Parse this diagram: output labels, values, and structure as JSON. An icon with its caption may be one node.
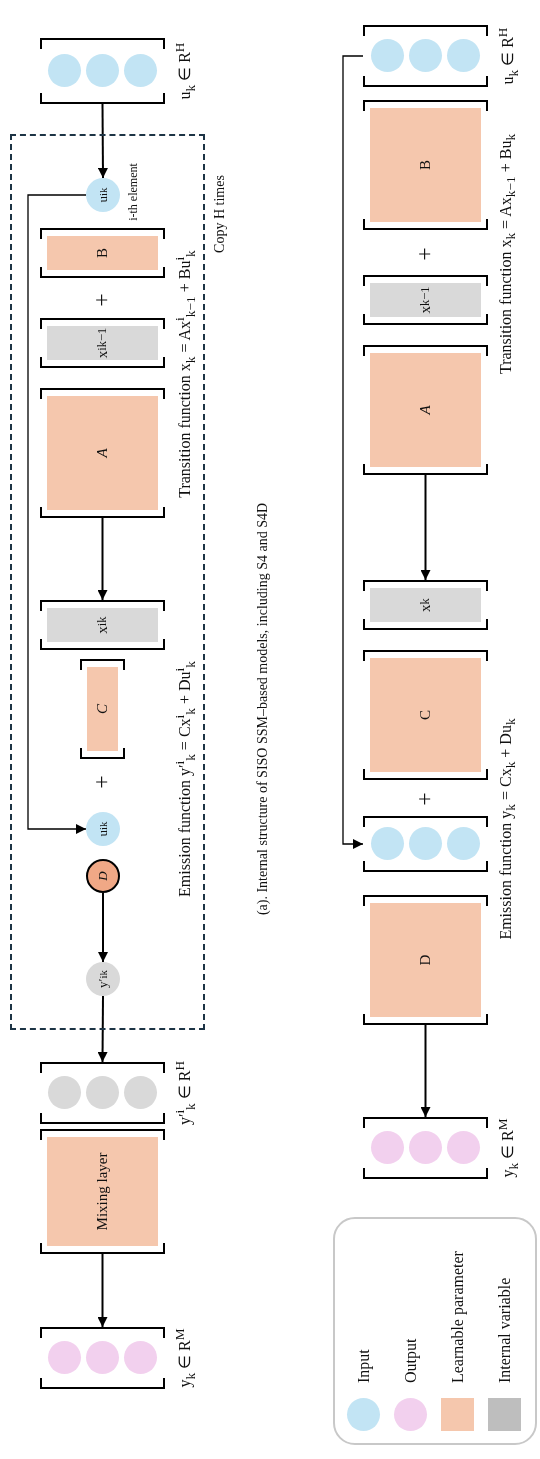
{
  "diagram": {
    "caption": "(a). Internal structure of SISO SSM–based models, including S4 and S4D",
    "nodes": [
      {
        "text": [
          "u$_{k}$ ∈ R$^{H}$"
        ]
      },
      {
        "text": [
          "Copy H times"
        ]
      },
      {
        "text": [
          "u$^{i}$$_{k}$"
        ],
        "in": 1,
        "beside": [
          "i-th element"
        ]
      },
      {
        "text": [
          "B"
        ],
        "in": 1
      },
      {
        "text": [
          "x$^{i}$$_{k−1}$"
        ],
        "in": 1
      },
      {
        "text": [
          "A"
        ],
        "in": 1
      },
      {
        "text": [
          "x$^{i}$$_{k}$"
        ],
        "in": 1
      },
      {
        "text": [
          "C"
        ],
        "in": 1
      },
      {
        "text": [
          "u$^{i}$$_{k}$"
        ],
        "in": 1
      },
      {
        "text": [
          "D"
        ],
        "in": 1
      },
      {
        "text": [
          "y′$^{i}$$_{k}$"
        ],
        "in": 1
      },
      {
        "text": [
          "y′$^{i}$$_{k}$ ∈ R$^{H}$"
        ]
      },
      {
        "text": [
          "Mixing layer"
        ]
      },
      {
        "text": [
          "y$_{k}$ ∈ R$^{M}$"
        ]
      },
      {
        "text": [
          "u$_{k}$ ∈ R$^{H}$"
        ]
      },
      {
        "text": [
          "B"
        ]
      },
      {
        "text": [
          "x$_{k−1}$"
        ]
      },
      {
        "text": [
          "A"
        ]
      },
      {
        "text": [
          "x$_{k}$"
        ]
      },
      {
        "text": [
          "C"
        ]
      },
      {
        "text": [],
        "shape": "vector"
      },
      {
        "text": [
          "D"
        ]
      },
      {
        "text": [
          "y$_{k}$ ∈ R$^{M}$"
        ]
      }
    ],
    "edges": [
      {
        "from": 0,
        "to": 2,
        "arrow": "to"
      },
      {
        "from": 2,
        "to": 8,
        "arrow": "to"
      },
      {
        "from": 5,
        "to": 6,
        "arrow": "to"
      },
      {
        "from": 9,
        "to": 10,
        "arrow": "to"
      },
      {
        "from": 10,
        "to": 11,
        "arrow": "to"
      },
      {
        "from": 12,
        "to": 13,
        "arrow": "to"
      },
      {
        "from": 14,
        "to": 20,
        "arrow": "to"
      },
      {
        "from": 17,
        "to": 18,
        "arrow": "to"
      },
      {
        "from": 21,
        "to": 22,
        "arrow": "to"
      }
    ],
    "labels": [
      "+",
      "+",
      "Transition function x$_{k}$ = Ax$^{i}$$_{k−1}$ + Bu$^{i}$$_{k}$",
      "Emission function y′$^{i}$$_{k}$ = Cx$^{i}$$_{k}$ + Du$^{i}$$_{k}$",
      "+",
      "+",
      "Transition function x$_{k}$ = Ax$_{k−1}$ + Bu$_{k}$",
      "Emission function y$_{k}$ = Cx$_{k}$ + Du$_{k}$"
    ],
    "legend": [
      {
        "text": "Input",
        "color": "#c2e4f4"
      },
      {
        "text": "Output",
        "color": "#f2d0ee"
      },
      {
        "text": "Learnable parameter",
        "color": "#f5c7ad"
      },
      {
        "text": "Internal variable",
        "color": "#bebebe"
      }
    ]
  }
}
